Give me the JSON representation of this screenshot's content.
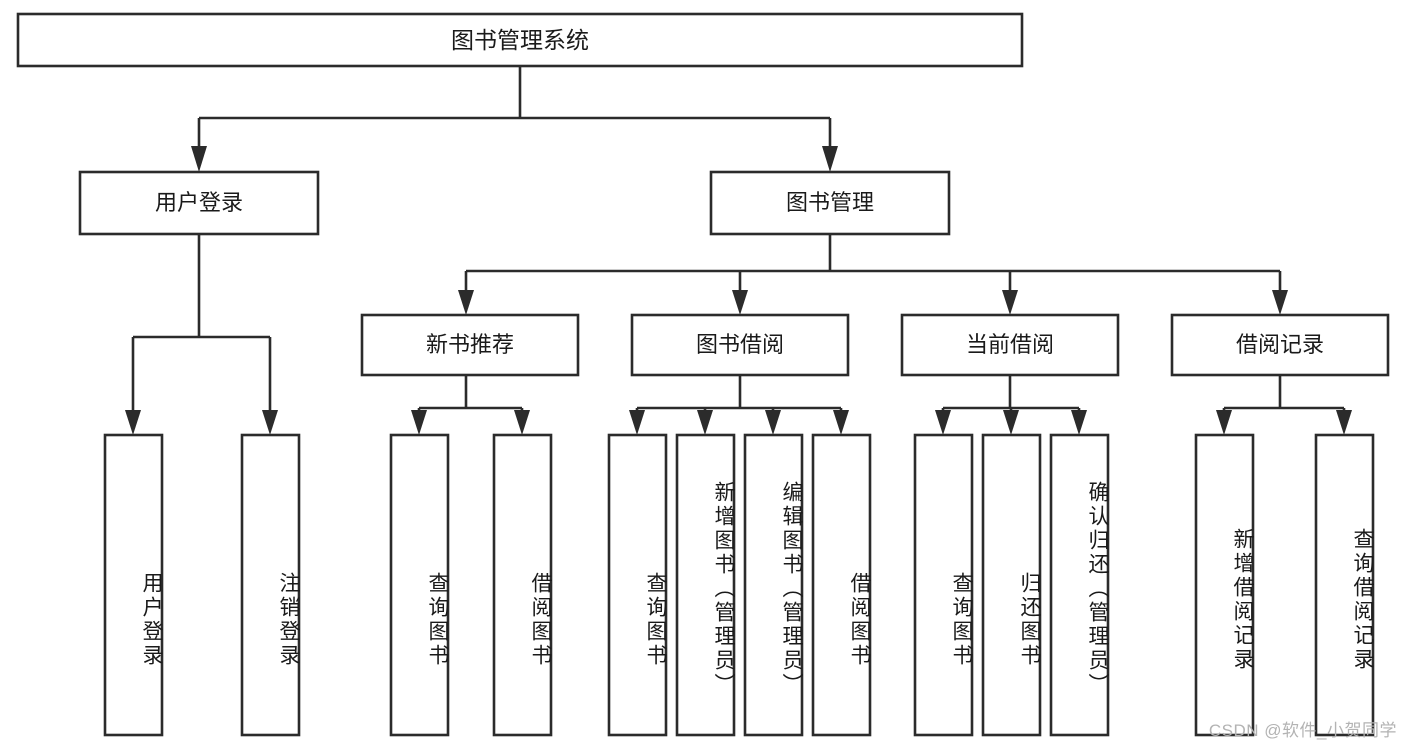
{
  "diagram": {
    "title": "图书管理系统",
    "type": "tree-hierarchy-diagram",
    "watermark": "CSDN @软件_小贺同学",
    "colors": {
      "stroke": "#2b2b2b",
      "box_fill": "#ffffff",
      "text": "#1a1a1a",
      "background": "#ffffff",
      "watermark": "#b3b3b3"
    },
    "root": {
      "label": "图书管理系统",
      "children": [
        {
          "label": "用户登录",
          "children": [
            {
              "label": "用户登录"
            },
            {
              "label": "注销登录"
            }
          ]
        },
        {
          "label": "图书管理",
          "children": [
            {
              "label": "新书推荐",
              "children": [
                {
                  "label": "查询图书"
                },
                {
                  "label": "借阅图书"
                }
              ]
            },
            {
              "label": "图书借阅",
              "children": [
                {
                  "label": "查询图书"
                },
                {
                  "label": "新增图书（管理员）"
                },
                {
                  "label": "编辑图书（管理员）"
                },
                {
                  "label": "借阅图书"
                }
              ]
            },
            {
              "label": "当前借阅",
              "children": [
                {
                  "label": "查询图书"
                },
                {
                  "label": "归还图书"
                },
                {
                  "label": "确认归还（管理员）"
                }
              ]
            },
            {
              "label": "借阅记录",
              "children": [
                {
                  "label": "新增借阅记录"
                },
                {
                  "label": "查询借阅记录"
                }
              ]
            }
          ]
        }
      ]
    },
    "nodes": {
      "root": "图书管理系统",
      "user_login": "用户登录",
      "book_manage": "图书管理",
      "new_book_rec": "新书推荐",
      "book_borrow": "图书借阅",
      "current_borrow": "当前借阅",
      "borrow_record": "借阅记录",
      "leaf_user_login": "用户登录",
      "leaf_logout": "注销登录",
      "leaf_query_book_1": "查询图书",
      "leaf_borrow_book_1": "借阅图书",
      "leaf_query_book_2": "查询图书",
      "leaf_add_book": "新增图书（管理员）",
      "leaf_edit_book": "编辑图书（管理员）",
      "leaf_borrow_book_2": "借阅图书",
      "leaf_query_book_3": "查询图书",
      "leaf_return_book": "归还图书",
      "leaf_confirm_return": "确认归还（管理员）",
      "leaf_add_record": "新增借阅记录",
      "leaf_query_record": "查询借阅记录"
    }
  }
}
